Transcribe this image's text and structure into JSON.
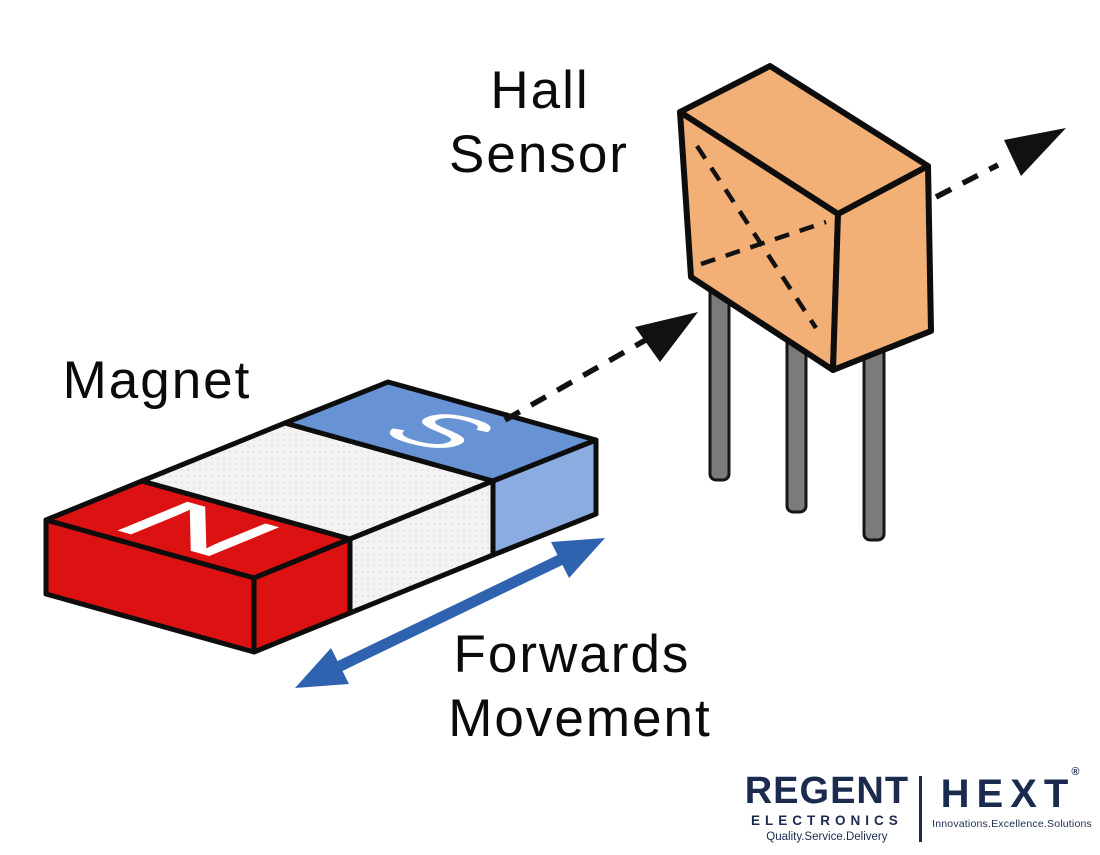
{
  "diagram": {
    "hall_sensor_label": {
      "line1": "Hall",
      "line2": "Sensor"
    },
    "magnet_label": "Magnet",
    "movement_label": {
      "line1": "Forwards",
      "line2": "Movement"
    },
    "magnet_poles": {
      "north": "N",
      "south": "S"
    },
    "colors": {
      "sensor_body": "#F2B077",
      "pin_gray": "#7B7B7B",
      "magnet_north": "#DC1111",
      "magnet_south_top": "#6792D3",
      "magnet_south_front": "#8AACE0",
      "movement_arrow": "#2F63B0",
      "field_arrow": "#111111"
    }
  },
  "branding": {
    "color": "#1B2B50",
    "regent": {
      "name": "REGENT",
      "subtitle": "ELECTRONICS",
      "tagline": "Quality.Service.Delivery"
    },
    "hext": {
      "name": "HEXT",
      "registered": "®",
      "tagline": "Innovations.Excellence.Solutions"
    }
  }
}
